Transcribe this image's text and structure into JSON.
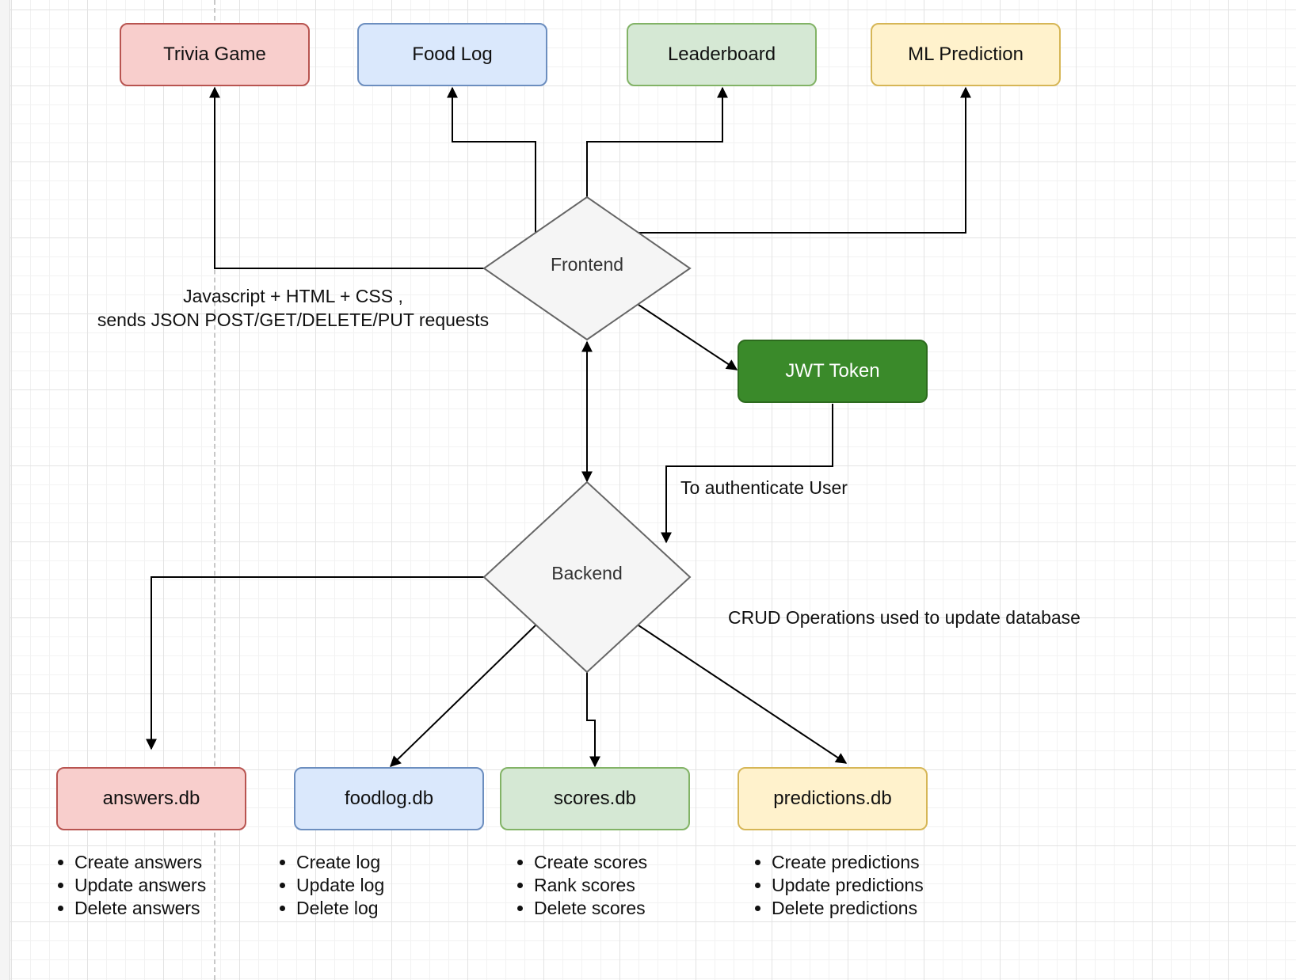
{
  "top_nodes": {
    "trivia": "Trivia Game",
    "foodlog": "Food Log",
    "leaderboard": "Leaderboard",
    "ml": "ML Prediction"
  },
  "frontend": {
    "label": "Frontend"
  },
  "frontend_note": {
    "line1": "Javascript + HTML + CSS ,",
    "line2": "sends JSON POST/GET/DELETE/PUT requests"
  },
  "jwt": {
    "label": "JWT Token"
  },
  "auth_note": "To authenticate User",
  "backend": {
    "label": "Backend"
  },
  "crud_note": "CRUD Operations used to update database",
  "databases": [
    {
      "label": "answers.db",
      "color": "#f8cecc",
      "ops": [
        "Create answers",
        "Update answers",
        "Delete answers"
      ]
    },
    {
      "label": "foodlog.db",
      "color": "#dae8fc",
      "ops": [
        "Create log",
        "Update log",
        "Delete log"
      ]
    },
    {
      "label": "scores.db",
      "color": "#d5e8d4",
      "ops": [
        "Create scores",
        "Rank scores",
        "Delete scores"
      ]
    },
    {
      "label": "predictions.db",
      "color": "#fff2cc",
      "ops": [
        "Create predictions",
        "Update predictions",
        "Delete predictions"
      ]
    }
  ],
  "colors": {
    "red_fill": "#f8cecc",
    "red_stroke": "#b85450",
    "blue_fill": "#dae8fc",
    "blue_stroke": "#6c8ebf",
    "green_fill": "#d5e8d4",
    "green_stroke": "#82b366",
    "yellow_fill": "#fff2cc",
    "yellow_stroke": "#d6b656",
    "jwt_fill": "#3a8a2a",
    "diamond_fill": "#f5f5f5",
    "diamond_stroke": "#666666"
  }
}
